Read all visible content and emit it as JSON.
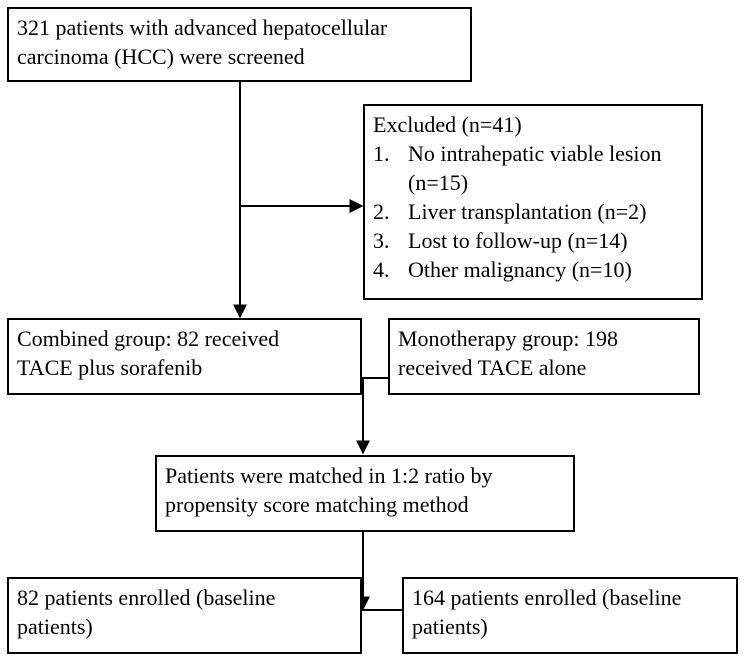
{
  "screened": {
    "lines": [
      "321 patients with advanced hepatocellular",
      "carcinoma (HCC) were screened"
    ]
  },
  "excluded": {
    "title": "Excluded (n=41)",
    "items": [
      {
        "num": "1.",
        "lines": [
          "No intrahepatic viable lesion",
          "(n=15)"
        ]
      },
      {
        "num": "2.",
        "lines": [
          "Liver transplantation (n=2)"
        ]
      },
      {
        "num": "3.",
        "lines": [
          "Lost to follow-up (n=14)"
        ]
      },
      {
        "num": "4.",
        "lines": [
          "Other malignancy (n=10)"
        ]
      }
    ]
  },
  "combined": {
    "lines": [
      "Combined group: 82 received",
      "TACE plus sorafenib"
    ]
  },
  "monotherapy": {
    "lines": [
      "Monotherapy group: 198",
      "received TACE alone"
    ]
  },
  "matched": {
    "lines": [
      "Patients were matched in 1:2 ratio by",
      "propensity score matching method"
    ]
  },
  "enrolled_left": {
    "lines": [
      "82 patients enrolled (baseline",
      "patients)"
    ]
  },
  "enrolled_right": {
    "lines": [
      "164 patients enrolled (baseline",
      "patients)"
    ]
  }
}
